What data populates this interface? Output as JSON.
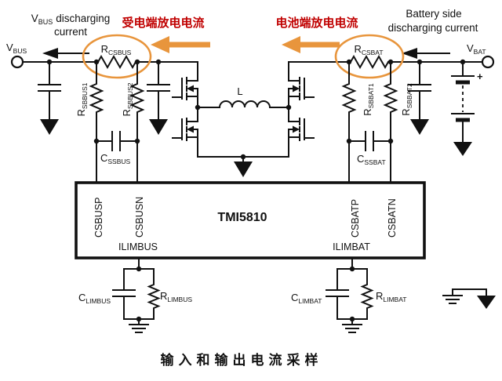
{
  "colors": {
    "background": "#FFFFFF",
    "wire": "#111111",
    "accent_orange": "#E8953C",
    "accent_red": "#C00000"
  },
  "annotations": {
    "vbus_discharging": {
      "base": "V",
      "sub": "BUS",
      "rest": "discharging",
      "line2": "current"
    },
    "cn_left": "受电端放电电流",
    "cn_right": "电池端放电电流",
    "battery_side_line1": "Battery side",
    "battery_side_line2": "discharging current"
  },
  "terminals": {
    "vbus": {
      "base": "V",
      "sub": "BUS"
    },
    "vbat": {
      "base": "V",
      "sub": "BAT"
    },
    "battery_plus": "+"
  },
  "components": {
    "rcsbus": {
      "base": "R",
      "sub": "CSBUS"
    },
    "rcsbat": {
      "base": "R",
      "sub": "CSBAT"
    },
    "rsbbus1": {
      "base": "R",
      "sub": "SBBUS1"
    },
    "rsbbus2": {
      "base": "R",
      "sub": "SBBUS2"
    },
    "rsbbat1": {
      "base": "R",
      "sub": "SBBAT1"
    },
    "rsbbat2": {
      "base": "R",
      "sub": "SBBAT2"
    },
    "cssbus": {
      "base": "C",
      "sub": "SSBUS"
    },
    "cssbat": {
      "base": "C",
      "sub": "SSBAT"
    },
    "climbus": {
      "base": "C",
      "sub": "LIMBUS"
    },
    "rlimbus": {
      "base": "R",
      "sub": "LIMBUS"
    },
    "climbat": {
      "base": "C",
      "sub": "LIMBAT"
    },
    "rlimbat": {
      "base": "R",
      "sub": "LIMBAT"
    },
    "inductor": "L"
  },
  "chip": {
    "name": "TMI5810",
    "pins": {
      "csbusp": "CSBUSP",
      "csbusn": "CSBUSN",
      "csbatp": "CSBATP",
      "csbatn": "CSBATN",
      "ilimbus": "ILIMBUS",
      "ilimbat": "ILIMBAT"
    }
  },
  "caption": "输入和输出电流采样"
}
